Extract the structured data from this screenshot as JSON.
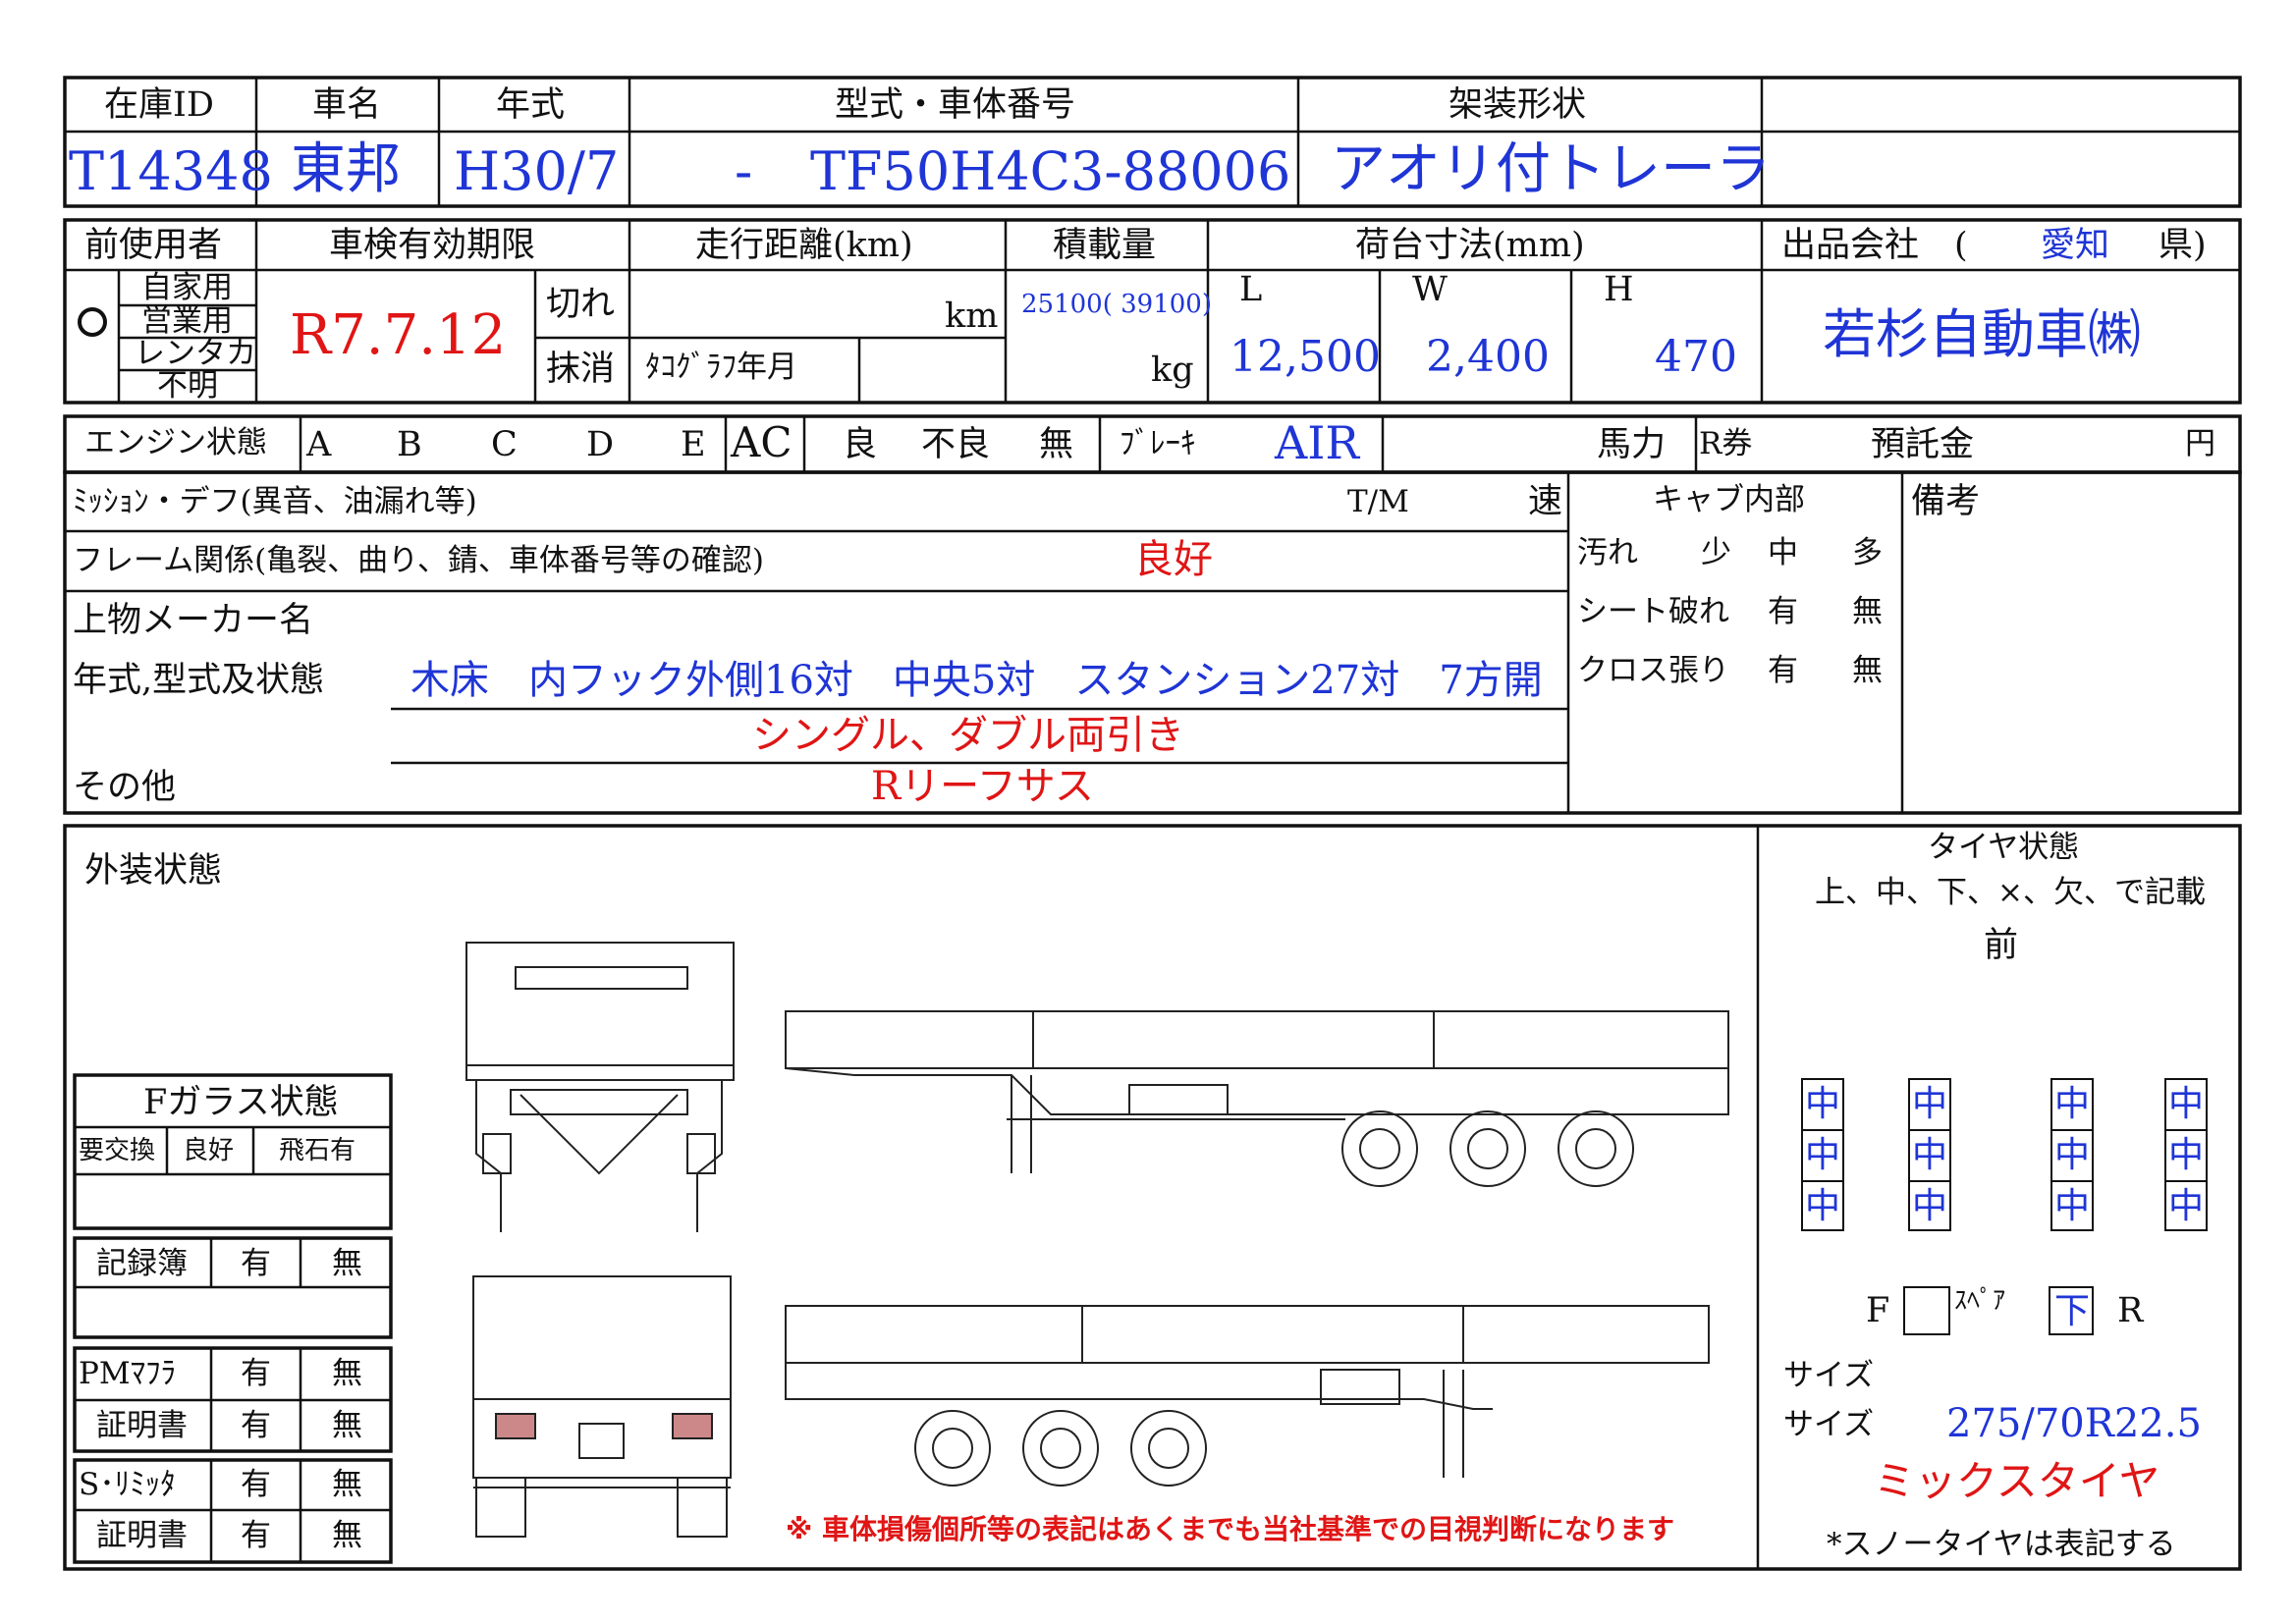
{
  "row1": {
    "headers": [
      "在庫ID",
      "車名",
      "年式",
      "型式・車体番号",
      "架装形状"
    ],
    "stock_id": "T14348",
    "maker": "東邦",
    "year": "H30/7",
    "model_dash": "-",
    "chassis_no": "TF50H4C3-88006",
    "body_type": "アオリ付トレーラ"
  },
  "row2": {
    "prev_user_label": "前使用者",
    "user_options": [
      "自家用",
      "営業用",
      "レンタカ",
      "不明"
    ],
    "selected_mark": "O",
    "inspection_label": "車検有効期限",
    "inspection_value": "R7.7.12",
    "expired_label": "切れ",
    "cancelled_label": "抹消",
    "mileage_label": "走行距離(km)",
    "mileage_unit": "km",
    "tacho_label": "ﾀｺｸﾞﾗﾌ年月",
    "load_label": "積載量",
    "load_value": "25100( 39100)",
    "load_unit": "kg",
    "bed_label": "荷台寸法(mm)",
    "bed_L_label": "L",
    "bed_W_label": "W",
    "bed_H_label": "H",
    "bed_L": "12,500",
    "bed_W": "2,400",
    "bed_H": "470",
    "seller_label": "出品会社",
    "seller_paren_open": "(",
    "seller_pref": "愛知",
    "seller_pref_suffix": "県)",
    "seller_name": "若杉自動車㈱"
  },
  "row3": {
    "engine_label": "エンジン状態",
    "engine_grades": [
      "A",
      "B",
      "C",
      "D",
      "E"
    ],
    "ac_label": "AC",
    "ac_options": [
      "良",
      "不良",
      "無"
    ],
    "brake_label": "ﾌﾞﾚｰｷ",
    "brake_value": "AIR",
    "hp_label": "馬力",
    "r_ticket_label": "R券",
    "deposit_label": "預託金",
    "yen": "円"
  },
  "mission": {
    "label": "ﾐｯｼｮﾝ・デフ(異音、油漏れ等)",
    "tm": "T/M",
    "speed": "速"
  },
  "frame": {
    "label": "フレーム関係(亀裂、曲り、錆、車体番号等の確認)",
    "value": "良好"
  },
  "body": {
    "maker_label": "上物メーカー名",
    "state_label": "年式,型式及状態",
    "line1": "木床　内フック外側16対　中央5対　スタンション27対　7方開",
    "line2": "シングル、ダブル両引き",
    "other_label": "その他",
    "line3": "Rリーフサス"
  },
  "cab": {
    "title": "キャブ内部",
    "dirt_label": "汚れ",
    "dirt_options": [
      "少",
      "中",
      "多"
    ],
    "seat_label": "シート破れ",
    "cloth_label": "クロス張り",
    "yes": "有",
    "no": "無"
  },
  "notes_label": "備考",
  "exterior": {
    "label": "外装状態",
    "fglass_title": "Fガラス状態",
    "fglass_options": [
      "要交換",
      "良好",
      "飛石有"
    ],
    "record_label": "記録簿",
    "pm_label": "PMﾏﾌﾗ",
    "cert_label": "証明書",
    "limiter_label": "S･ﾘﾐｯﾀ",
    "yes": "有",
    "no": "無",
    "disclaimer": "※ 車体損傷個所等の表記はあくまでも当社基準での目視判断になります"
  },
  "tires": {
    "title": "タイヤ状態",
    "instruction": "上、中、下、×、欠、で記載",
    "front": "前",
    "grid": [
      [
        "中",
        "中",
        "中"
      ],
      [
        "中",
        "中",
        "中"
      ],
      [
        "中",
        "中",
        "中"
      ],
      [
        "中",
        "中",
        "中"
      ]
    ],
    "f_label": "F",
    "spare_label": "ｽﾍﾟｱ",
    "spare_value": "下",
    "r_label": "R",
    "size_label": "サイズ",
    "size_value": "275/70R22.5",
    "tire_type": "ミックスタイヤ",
    "snow_note": "*スノータイヤは表記する"
  },
  "colors": {
    "blue": "#1f35d6",
    "red": "#e01515"
  }
}
